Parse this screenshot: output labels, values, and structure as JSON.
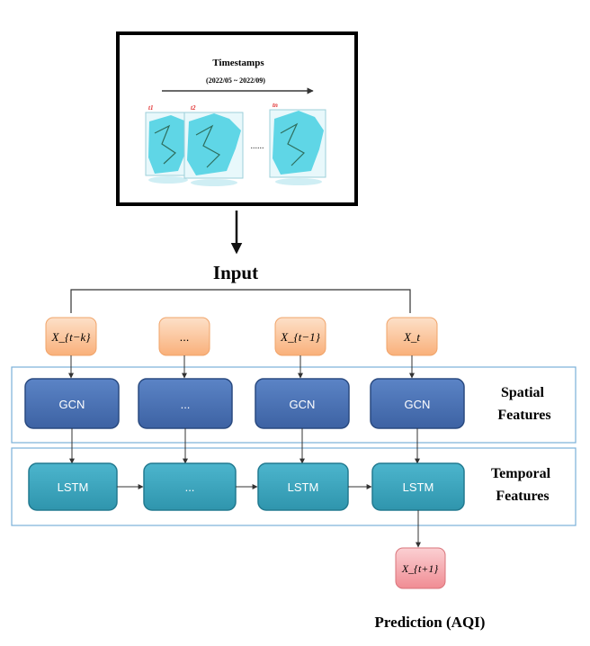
{
  "timestamps": {
    "title": "Timestamps",
    "range": "(2022/05 ~ 2022/09)",
    "frame_labels": [
      "t1",
      "t2",
      "tn"
    ],
    "ellipsis": "......"
  },
  "input_label": "Input",
  "inputs": [
    "X_{t−k}",
    "...",
    "X_{t−1}",
    "X_t"
  ],
  "gcn_labels": [
    "GCN",
    "...",
    "GCN",
    "GCN"
  ],
  "lstm_labels": [
    "LSTM",
    "...",
    "LSTM",
    "LSTM"
  ],
  "spatial_label": [
    "Spatial",
    "Features"
  ],
  "temporal_label": [
    "Temporal",
    "Features"
  ],
  "output_label": "X_{t+1}",
  "prediction_label": "Prediction (AQI)",
  "colors": {
    "input_fill": "#fbc39a",
    "input_stroke": "#f0a46a",
    "gcn_fill": "#4a72b5",
    "gcn_stroke": "#2a4a80",
    "lstm_fill": "#3ea6bf",
    "lstm_stroke": "#227a90",
    "output_fill": "#f5a3a8",
    "output_stroke": "#d9747b",
    "band_stroke": "#7ab0d8",
    "map_fill": "#5fd6e6"
  }
}
